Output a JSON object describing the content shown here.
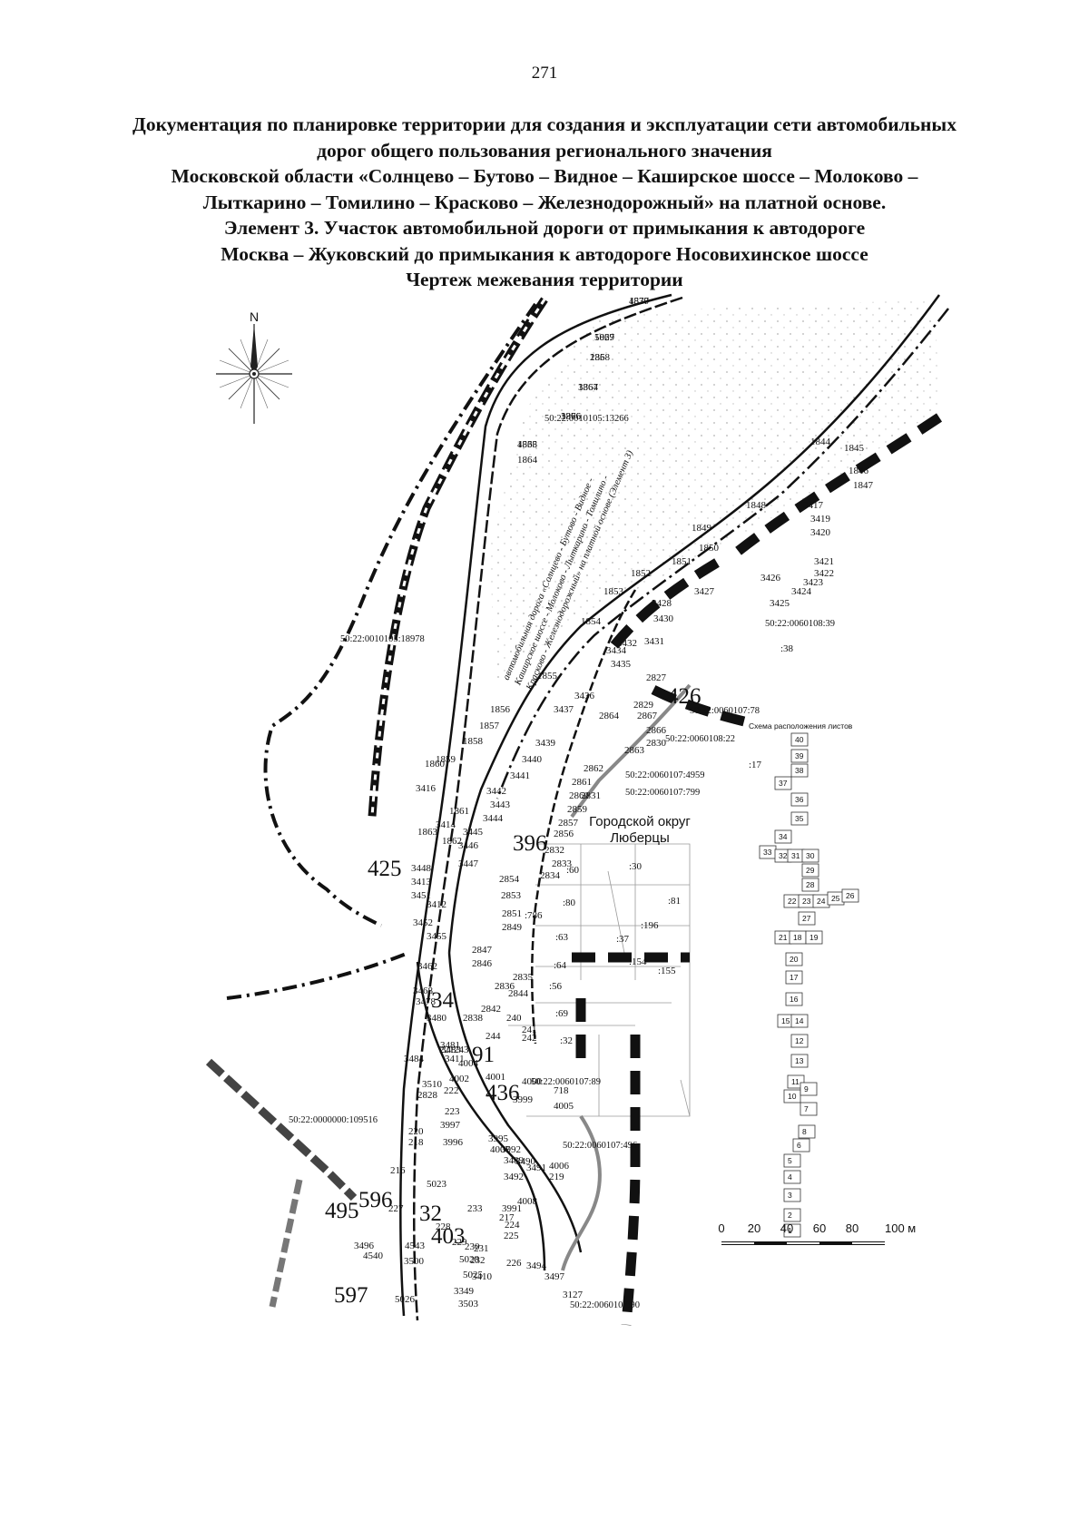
{
  "page_number": "271",
  "title_lines": [
    "Документация по планировке территории для создания и эксплуатации сети автомобильных",
    "дорог общего пользования регионального значения",
    "Московской области «Солнцево – Бутово – Видное – Каширское шоссе – Молоково –",
    "Лыткарино – Томилино – Красково – Железнодорожный» на платной основе.",
    "Элемент 3. Участок автомобильной дороги от примыкания к автодороге",
    "Москва – Жуковский до примыкания к автодороге Носовихинское шоссе",
    "Чертеж межевания территории"
  ],
  "compass": {
    "north_label": "N",
    "icon": "compass-rose-icon"
  },
  "road_label": [
    "автомобильная дорога «Солнцево - Бутово - Видное -",
    "Каширское шоссе - Молоково - Лыткарино - Томилино -",
    "Красково - Железнодорожный» на платной основе (Элемент 3)"
  ],
  "district_label": [
    "Городской округ",
    "Люберцы"
  ],
  "sheet_scheme": {
    "title": "Схема расположения листов",
    "sheets": [
      "40",
      "39",
      "38",
      "37",
      "36",
      "35",
      "34",
      "33",
      "32",
      "31",
      "30",
      "29",
      "28",
      "22",
      "23",
      "24",
      "25",
      "26",
      "27",
      "21",
      "18",
      "19",
      "20",
      "17",
      "16",
      "15",
      "14",
      "12",
      "13",
      "11",
      "10",
      "9",
      "7",
      "8",
      "6",
      "5",
      "4",
      "3",
      "2",
      "1"
    ]
  },
  "scale_bar": {
    "ticks": [
      "0",
      "20",
      "40",
      "60",
      "80",
      "100 м"
    ]
  },
  "cadastral_numbers": [
    "50:22:0010105:13266",
    "50:22:0010105:18978",
    "50:22:0060108:39",
    "50:22:0060107:78",
    "50:22:0060108:22",
    "50:22:0060107:4959",
    "50:22:0060107:799",
    "50:22:0060107:89",
    "50:22:0000000:109516",
    "50:22:0060107:496",
    "50:22:0060107:90"
  ],
  "parcel_labels": [
    ":38",
    ":17",
    ":60",
    ":30",
    ":80",
    ":81",
    ":786",
    ":196",
    ":63",
    ":37",
    ":154",
    ":64",
    ":155",
    ":56",
    ":69",
    ":32"
  ],
  "large_labels": [
    "426",
    "396",
    "425",
    "34",
    "91",
    "436",
    "495",
    "596",
    "32",
    "403",
    "597"
  ],
  "point_labels": [
    "1870",
    "1869",
    "1868",
    "1867",
    "1866",
    "1865",
    "1864",
    "1844",
    "1845",
    "1846",
    "1847",
    "1848",
    "1849",
    "1850",
    "1851",
    "1852",
    "1853",
    "1854",
    "1855",
    "1856",
    "1857",
    "1858",
    "1859",
    "1860",
    "1861",
    "1862",
    "1863",
    "3414",
    "3416",
    "3417",
    "3419",
    "3420",
    "3421",
    "3422",
    "3423",
    "3424",
    "3425",
    "3426",
    "3427",
    "3428",
    "3430",
    "3431",
    "3432",
    "3434",
    "3435",
    "3436",
    "3437",
    "3439",
    "3440",
    "3441",
    "3442",
    "3443",
    "3444",
    "3445",
    "3446",
    "3447",
    "3448",
    "3413",
    "3451",
    "3412",
    "3452",
    "3455",
    "3462",
    "3468",
    "3478",
    "3480",
    "3481",
    "3411",
    "3483",
    "3484",
    "3510",
    "2828",
    "2827",
    "2829",
    "2867",
    "2866",
    "2830",
    "2864",
    "2863",
    "2862",
    "2831",
    "2861",
    "2860",
    "2859",
    "2857",
    "2856",
    "2832",
    "2833",
    "2834",
    "2854",
    "2853",
    "2851",
    "2849",
    "2847",
    "2846",
    "2836",
    "2835",
    "2844",
    "2842",
    "2838",
    "240",
    "241",
    "244",
    "242",
    "243",
    "4004",
    "4002",
    "4001",
    "4000",
    "3999",
    "718",
    "4005",
    "4006",
    "219",
    "220",
    "218",
    "221",
    "222",
    "223",
    "3997",
    "3996",
    "3995",
    "4007",
    "3992",
    "3489",
    "3490",
    "3491",
    "3492",
    "4008",
    "3991",
    "217",
    "224",
    "225",
    "226",
    "5023",
    "216",
    "227",
    "228",
    "229",
    "230",
    "231",
    "232",
    "233",
    "3494",
    "3496",
    "4540",
    "4543",
    "3500",
    "5028",
    "5025",
    "5026",
    "3410",
    "3349",
    "3503",
    "3127",
    "3497",
    "4537",
    "5027",
    "235",
    "3364",
    "3376",
    "4538"
  ]
}
